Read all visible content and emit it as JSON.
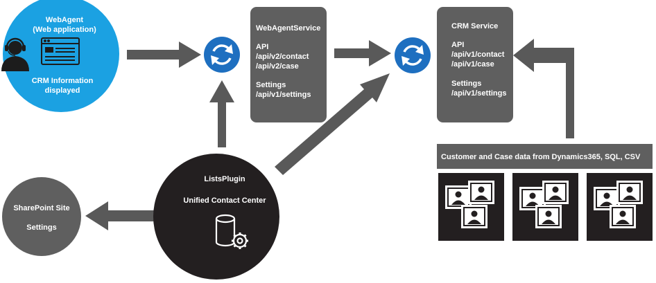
{
  "webagent": {
    "title": "WebAgent",
    "subtitle": "(Web application)",
    "info_line1": "CRM Information",
    "info_line2": "displayed"
  },
  "webagent_service": {
    "title": "WebAgentService",
    "api_label": "API",
    "api_routes": [
      "/api/v2/contact",
      "/api/v2/case"
    ],
    "settings_label": "Settings",
    "settings_route": "/api/v1/settings"
  },
  "crm_service": {
    "title": "CRM Service",
    "api_label": "API",
    "api_routes": [
      "/api/v1/contact",
      "/api/v1/case"
    ],
    "settings_label": "Settings",
    "settings_route": "/api/v1/settings"
  },
  "data_source": {
    "label": "Customer and Case data from Dynamics365, SQL, CSV"
  },
  "lists_plugin": {
    "title": "ListsPlugin",
    "subtitle": "Unified Contact Center"
  },
  "sharepoint": {
    "title": "SharePoint Site",
    "subtitle": "Settings"
  },
  "colors": {
    "webagent_blue": "#1ba1e2",
    "sync_blue": "#1e6fc0",
    "service_gray": "#5f5f5f",
    "arrow_gray": "#595959",
    "dark": "#231f20",
    "sharepoint_gray": "#5f5f5f"
  },
  "icons": {
    "agent": "headset-agent-icon",
    "browser": "browser-window-icon",
    "sync": "sync-icon",
    "database": "database-gear-icon",
    "contacts": "contacts-group-icon"
  }
}
